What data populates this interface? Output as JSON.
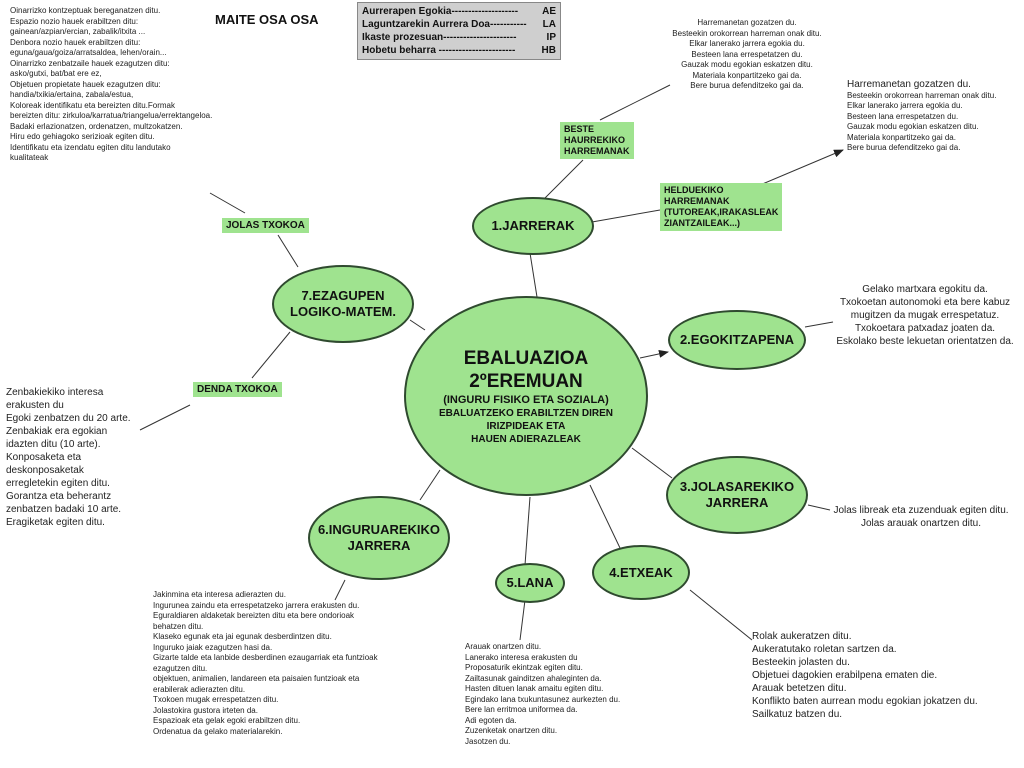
{
  "author": "MAITE OSA OSA",
  "legend": [
    {
      "label": "Aurrerapen Egokia--------------------",
      "code": "AE"
    },
    {
      "label": "Laguntzarekin Aurrera Doa-----------",
      "code": "LA"
    },
    {
      "label": "Ikaste prozesuan----------------------",
      "code": "IP"
    },
    {
      "label": "Hobetu beharra -----------------------",
      "code": "HB"
    }
  ],
  "center": {
    "title1": "EBALUAZIOA",
    "title2": "2ºEREMUAN",
    "sub1": "(INGURU FISIKO ETA SOZIALA)",
    "sub2": "EBALUATZEKO ERABILTZEN DIREN",
    "sub3": "IRIZPIDEAK ETA",
    "sub4": "HAUEN ADIERAZLEAK"
  },
  "nodes": {
    "jarrerak": "1.JARRERAK",
    "egokitzapena": "2.EGOKITZAPENA",
    "jolasarekiko1": "3.JOLASAREKIKO",
    "jolasarekiko2": "JARRERA",
    "etxeak": "4.ETXEAK",
    "lana": "5.LANA",
    "inguru1": "6.INGURUAREKIKO",
    "inguru2": "JARRERA",
    "ezagupen1": "7.EZAGUPEN",
    "ezagupen2": "LOGIKO-MATEM."
  },
  "tags": {
    "beste": [
      "BESTE",
      "HAURREKIKO",
      "HARREMANAK"
    ],
    "helduekiko": [
      "HELDUEKIKO",
      "HARREMANAK",
      "(TUTOREAK,IRAKASLEAK",
      "ZIANTZAILEAK...)"
    ],
    "jolas_txokoa": "JOLAS TXOKOA",
    "denda_txokoa": "DENDA TXOKOA"
  },
  "texts": {
    "top_left": [
      "Oinarrizko kontzeptuak bereganatzen ditu.",
      "Espazio nozio hauek erabiltzen ditu:",
      "gainean/azpian/ercian,  zabalik/itxita ...",
      "Denbora nozio hauek erabiltzen ditu:",
      "eguna/gaua/goiza/arratsaldea, lehen/orain...",
      "Oinarrizko zenbatzaile hauek ezagutzen ditu:",
      " asko/gutxi, bat/bat ere ez,",
      "Objetuen propietate hauek ezagutzen ditu:",
      " handia/txikia/ertaina, zabala/estua,",
      "Koloreak identifikatu eta bereizten ditu.Formak",
      " bereizten ditu: zirkuloa/karratua/triangelua/errektangeloa.",
      "Badaki erlazionatzen, ordenatzen, multzokatzen.",
      "Hiru edo gehiagoko serizioak egiten ditu.",
      "Identifikatu eta izendatu egiten ditu landutako",
      " kualitateak"
    ],
    "top_center_right": [
      "Harremanetan gozatzen du.",
      "Besteekin orokorrean harreman onak ditu.",
      "Elkar lanerako jarrera egokia du.",
      "Besteen lana errespetatzen du.",
      "Gauzak modu egokian eskatzen ditu.",
      "Materiala konpartitzeko gai da.",
      "Bere burua defenditzeko gai da."
    ],
    "top_right": [
      "Harremanetan gozatzen du.",
      "Besteekin orokorrean harreman onak ditu.",
      "Elkar lanerako jarrera egokia du.",
      "Besteen lana errespetatzen du.",
      "Gauzak modu egokian eskatzen ditu.",
      "Materiala konpartitzeko gai da.",
      "Bere burua defenditzeko gai da."
    ],
    "egokitzapena": [
      "Gelako martxara egokitu da.",
      "Txokoetan autonomoki eta bere kabuz",
      "mugitzen da mugak errespetatuz.",
      "Txokoetara patxadaz joaten da.",
      "Eskolako beste lekuetan orientatzen da."
    ],
    "jolas": [
      "Jolas libreak eta zuzenduak egiten ditu.",
      "Jolas arauak onartzen ditu."
    ],
    "etxeak": [
      "Rolak aukeratzen ditu.",
      "Aukeratutako roletan sartzen da.",
      "Besteekin jolasten du.",
      "Objetuei dagokien erabilpena ematen die.",
      "Arauak betetzen ditu.",
      "Konflikto baten aurrean modu egokian jokatzen du.",
      "Sailkatuz batzen du."
    ],
    "lana": [
      "Arauak onartzen ditu.",
      "Lanerako interesa erakusten du",
      "Proposaturik ekintzak egiten ditu.",
      "Zailtasunak gainditzen ahaleginten da.",
      "Hasten dituen lanak amaitu egiten ditu.",
      "Egindako lana txukuntasunez aurkezten du.",
      "Bere lan erritmoa uniformea da.",
      "Adi egoten da.",
      "Zuzenketak onartzen ditu.",
      "Jasotzen du."
    ],
    "inguru": [
      "Jakinmina eta interesa adierazten du.",
      "Ingurunea zaindu eta errespetatzeko jarrera erakusten du.",
      "Eguraldiaren aldaketak bereizten ditu eta bere ondorioak",
      "behatzen ditu.",
      "Klaseko egunak eta jai egunak desberdintzen ditu.",
      "Inguruko jaiak ezagutzen hasi da.",
      "Gizarte talde eta lanbide desberdinen ezaugarriak eta funtzioak",
      " ezagutzen ditu.",
      "objektuen, animalien, landareen eta paisaien funtzioak eta",
      " erabilerak adierazten ditu.",
      "Txokoen mugak errespetatzen ditu.",
      "Jolastokira gustora irteten da.",
      "Espazioak eta gelak egoki erabiltzen ditu.",
      "Ordenatua da gelako materialarekin."
    ],
    "denda": [
      "Zenbakiekiko interesa",
      "erakusten du",
      "Egoki zenbatzen du 20 arte.",
      "Zenbakiak era egokian",
      "idazten ditu (10 arte).",
      "Konposaketa eta",
      "deskonposaketak",
      "erregletekin egiten ditu.",
      "Gorantza eta beherantz",
      "zenbatzen badaki 10 arte.",
      "Eragiketak egiten ditu."
    ]
  }
}
